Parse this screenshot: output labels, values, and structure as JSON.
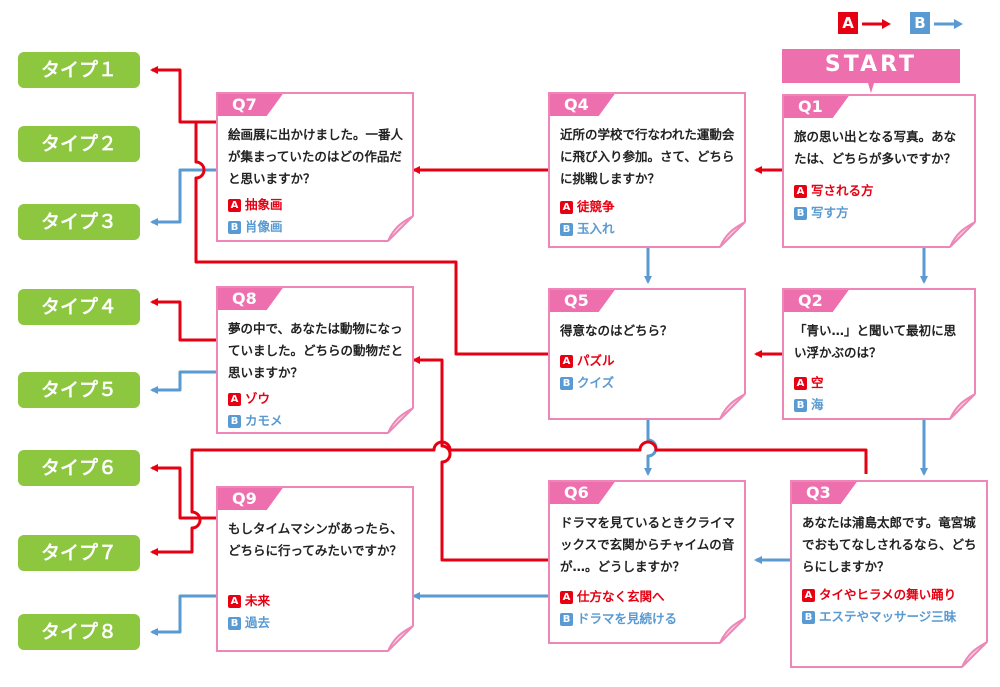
{
  "legend": {
    "a_label": "A",
    "b_label": "B",
    "a_color": "#e60012",
    "b_color": "#5a9ad2"
  },
  "start": {
    "label": "START"
  },
  "types": [
    {
      "label": "タイプ１"
    },
    {
      "label": "タイプ２"
    },
    {
      "label": "タイプ３"
    },
    {
      "label": "タイプ４"
    },
    {
      "label": "タイプ５"
    },
    {
      "label": "タイプ６"
    },
    {
      "label": "タイプ７"
    },
    {
      "label": "タイプ８"
    }
  ],
  "questions": [
    {
      "num": "Q1",
      "text": "旅の思い出となる写真。あなたは、どちらが多いですか？",
      "a": "写される方",
      "b": "写す方"
    },
    {
      "num": "Q2",
      "text": "「青い…」と聞いて最初に思い浮かぶのは？",
      "a": "空",
      "b": "海"
    },
    {
      "num": "Q3",
      "text": "あなたは浦島太郎です。竜宮城でおもてなしされるなら、どちらにしますか？",
      "a": "タイやヒラメの舞い踊り",
      "b": "エステやマッサージ三昧"
    },
    {
      "num": "Q4",
      "text": "近所の学校で行なわれた運動会に飛び入り参加。さて、どちらに挑戦しますか？",
      "a": "徒競争",
      "b": "玉入れ"
    },
    {
      "num": "Q5",
      "text": "得意なのはどちら？",
      "a": "パズル",
      "b": "クイズ"
    },
    {
      "num": "Q6",
      "text": "ドラマを見ているときクライマックスで玄関からチャイムの音が…。どうしますか？",
      "a": "仕方なく玄関へ",
      "b": "ドラマを見続ける"
    },
    {
      "num": "Q7",
      "text": "絵画展に出かけました。一番人が集まっていたのはどの作品だと思いますか？",
      "a": "抽象画",
      "b": "肖像画"
    },
    {
      "num": "Q8",
      "text": "夢の中で、あなたは動物になっていました。どちらの動物だと思いますか？",
      "a": "ゾウ",
      "b": "カモメ"
    },
    {
      "num": "Q9",
      "text": "もしタイムマシンがあったら、どちらに行ってみたいですか？",
      "a": "未来",
      "b": "過去"
    }
  ]
}
